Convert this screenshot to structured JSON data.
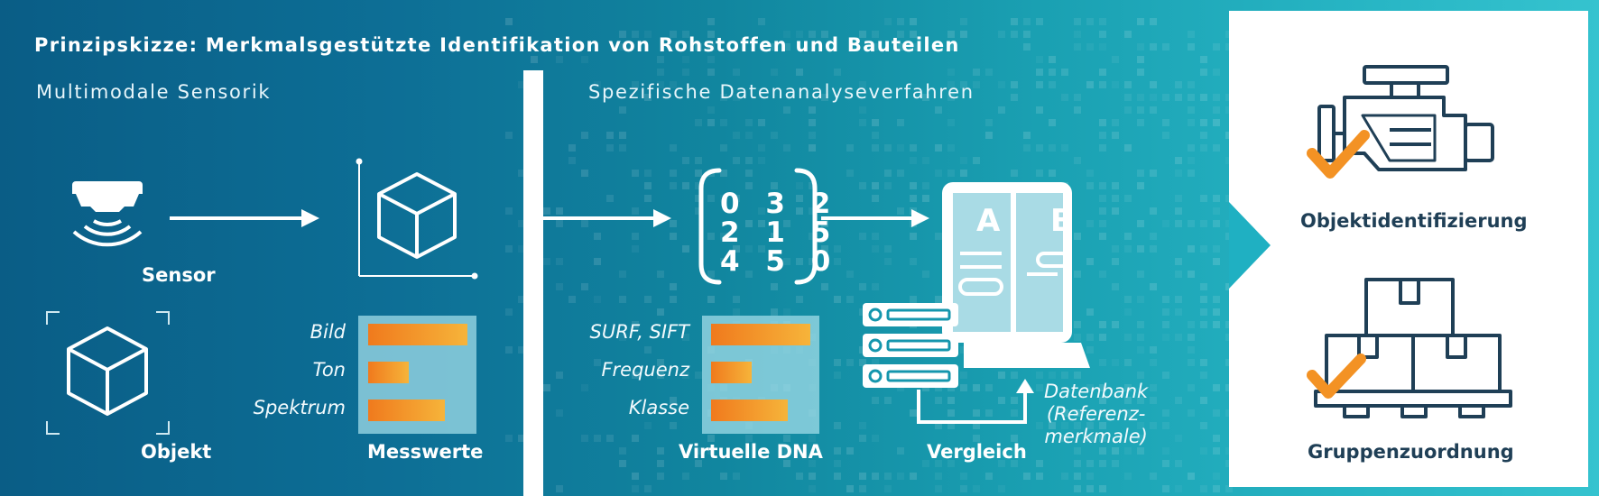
{
  "title": "Prinzipskizze: Merkmalsgestützte Identifikation von Rohstoffen und Bauteilen",
  "sections": {
    "left": "Multimodale Sensorik",
    "middle": "Spezifische Datenanalyseverfahren"
  },
  "nodes": {
    "sensor": "Sensor",
    "objekt": "Objekt",
    "messwerte": "Messwerte",
    "virtuelle_dna": "Virtuelle DNA",
    "vergleich": "Vergleich",
    "datenbank": [
      "Datenbank",
      "(Referenz-",
      "merkmale)"
    ]
  },
  "messwerte_bars": [
    {
      "label": "Bild",
      "value": 0.9
    },
    {
      "label": "Ton",
      "value": 0.37
    },
    {
      "label": "Spektrum",
      "value": 0.7
    }
  ],
  "dna_bars": [
    {
      "label": "SURF, SIFT",
      "value": 0.9
    },
    {
      "label": "Frequenz",
      "value": 0.37
    },
    {
      "label": "Klasse",
      "value": 0.7
    }
  ],
  "matrix": [
    "0 3 2",
    "2 1 5",
    "4 5 0"
  ],
  "screen": {
    "left": "A",
    "right": "B"
  },
  "results": {
    "objekt": "Objektidentifizierung",
    "gruppe": "Gruppenzuordnung"
  },
  "colors": {
    "bg_dark": "#0a5d86",
    "bg_light": "#35c3cf",
    "accent_orange": "#f39224",
    "icon_dark": "#1f3f56"
  },
  "icons": [
    "camera-sensor-icon",
    "cube-icon",
    "server-icon",
    "computer-monitor-icon",
    "engine-icon",
    "boxes-pallet-icon",
    "checkmark-icon"
  ]
}
